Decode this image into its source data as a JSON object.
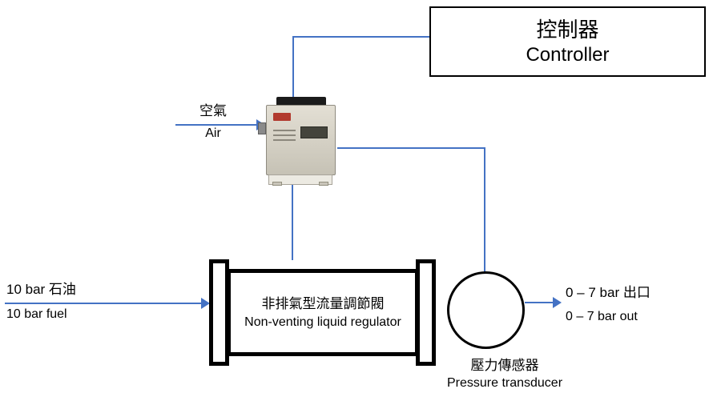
{
  "controller": {
    "zh": "控制器",
    "en": "Controller"
  },
  "air_input": {
    "zh": "空氣",
    "en": "Air"
  },
  "regulator": {
    "zh": "非排氣型流量調節閥",
    "en": "Non-venting liquid regulator"
  },
  "transducer": {
    "zh": "壓力傳感器",
    "en": "Pressure transducer"
  },
  "fuel_input": {
    "line1": "10 bar 石油",
    "line2": "10 bar fuel"
  },
  "outlet": {
    "line1": "0 – 7 bar 出口",
    "line2": "0 – 7 bar out"
  },
  "colors": {
    "connector_line": "#4472c4",
    "shape_border": "#000000",
    "background": "#ffffff"
  }
}
